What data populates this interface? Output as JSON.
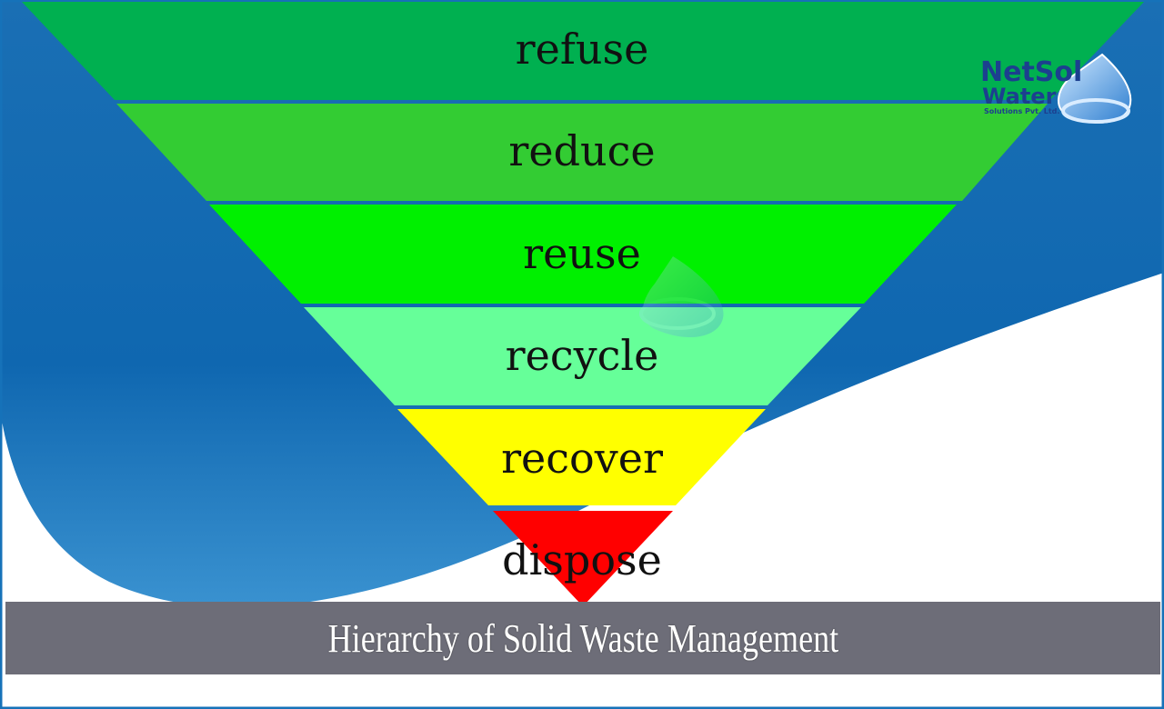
{
  "diagram": {
    "type": "inverted-pyramid",
    "layers": [
      {
        "label": "refuse",
        "color": "#00b050"
      },
      {
        "label": "reduce",
        "color": "#33cc33"
      },
      {
        "label": "reuse",
        "color": "#00f000"
      },
      {
        "label": "recycle",
        "color": "#66ff99"
      },
      {
        "label": "recover",
        "color": "#ffff00"
      },
      {
        "label": "dispose",
        "color": "#ff0000"
      }
    ],
    "background_color": "#1672b9",
    "caption": "Hierarchy of Solid Waste Management"
  },
  "logo": {
    "line1": "NetSol",
    "line2": "Water",
    "line3": "Solutions Pvt. Ltd.",
    "color": "#1c3f8f"
  }
}
